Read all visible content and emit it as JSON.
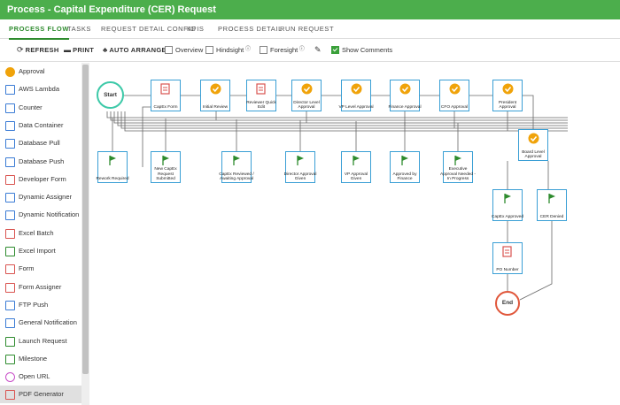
{
  "app": {
    "title": "Process - Capital Expenditure (CER) Request"
  },
  "tabs": [
    "PROCESS FLOW",
    "TASKS",
    "REQUEST DETAIL CONFIG",
    "KPIS",
    "PROCESS DETAIL",
    "RUN REQUEST"
  ],
  "toolbar": {
    "refresh": "REFRESH",
    "print": "PRINT",
    "auto_arrange": "AUTO ARRANGE",
    "overview": "Overview",
    "hindsight": "Hindsight",
    "foresight": "Foresight",
    "show_comments": "Show Comments"
  },
  "sidebar": {
    "items": [
      {
        "label": "Approval",
        "icon": "approval-badge-icon",
        "color": "#f0a30a"
      },
      {
        "label": "AWS Lambda",
        "icon": "lambda-icon",
        "color": "#3a7bd5"
      },
      {
        "label": "Counter",
        "icon": "counter-icon",
        "color": "#3a7bd5"
      },
      {
        "label": "Data Container",
        "icon": "data-container-icon",
        "color": "#3a7bd5"
      },
      {
        "label": "Database Pull",
        "icon": "database-pull-icon",
        "color": "#3a7bd5"
      },
      {
        "label": "Database Push",
        "icon": "database-push-icon",
        "color": "#3a7bd5"
      },
      {
        "label": "Developer Form",
        "icon": "developer-form-icon",
        "color": "#d9534f"
      },
      {
        "label": "Dynamic Assigner",
        "icon": "dynamic-assigner-icon",
        "color": "#3a7bd5"
      },
      {
        "label": "Dynamic Notification",
        "icon": "envelope-icon",
        "color": "#3a7bd5"
      },
      {
        "label": "Excel Batch",
        "icon": "excel-batch-icon",
        "color": "#d9534f"
      },
      {
        "label": "Excel Import",
        "icon": "excel-import-icon",
        "color": "#2e8b2e"
      },
      {
        "label": "Form",
        "icon": "form-icon",
        "color": "#d9534f"
      },
      {
        "label": "Form Assigner",
        "icon": "form-assigner-icon",
        "color": "#d9534f"
      },
      {
        "label": "FTP Push",
        "icon": "ftp-push-icon",
        "color": "#3a7bd5"
      },
      {
        "label": "General Notification",
        "icon": "notification-icon",
        "color": "#3a7bd5"
      },
      {
        "label": "Launch Request",
        "icon": "launch-request-icon",
        "color": "#2e8b2e"
      },
      {
        "label": "Milestone",
        "icon": "flag-icon",
        "color": "#2e8b2e"
      },
      {
        "label": "Open URL",
        "icon": "globe-icon",
        "color": "#c94fc9"
      },
      {
        "label": "PDF Generator",
        "icon": "pdf-icon",
        "color": "#d9534f"
      }
    ]
  },
  "flow": {
    "start": "Start",
    "end": "End",
    "nodes": [
      {
        "label": "CapEx Form",
        "kind": "form"
      },
      {
        "label": "Initial Review",
        "kind": "approval"
      },
      {
        "label": "Reviewer Quick Edit",
        "kind": "form"
      },
      {
        "label": "Director Level Approval",
        "kind": "approval"
      },
      {
        "label": "VP Level Approval",
        "kind": "approval"
      },
      {
        "label": "Finance Approval",
        "kind": "approval"
      },
      {
        "label": "CFO Approval",
        "kind": "approval"
      },
      {
        "label": "President Approval",
        "kind": "approval"
      },
      {
        "label": "Board Level Approval",
        "kind": "approval"
      },
      {
        "label": "Rework Required",
        "kind": "milestone"
      },
      {
        "label": "New CapEx Request Submitted",
        "kind": "milestone"
      },
      {
        "label": "CapEx Reviewed / Awaiting Approval",
        "kind": "milestone"
      },
      {
        "label": "Director Approval Given",
        "kind": "milestone"
      },
      {
        "label": "VP Approval Given",
        "kind": "milestone"
      },
      {
        "label": "Approved by Finance",
        "kind": "milestone"
      },
      {
        "label": "Executive Approval Needed - In Progress",
        "kind": "milestone"
      },
      {
        "label": "CapEx Approved",
        "kind": "milestone"
      },
      {
        "label": "CER Denied",
        "kind": "milestone"
      },
      {
        "label": "PO Number",
        "kind": "form"
      }
    ]
  }
}
